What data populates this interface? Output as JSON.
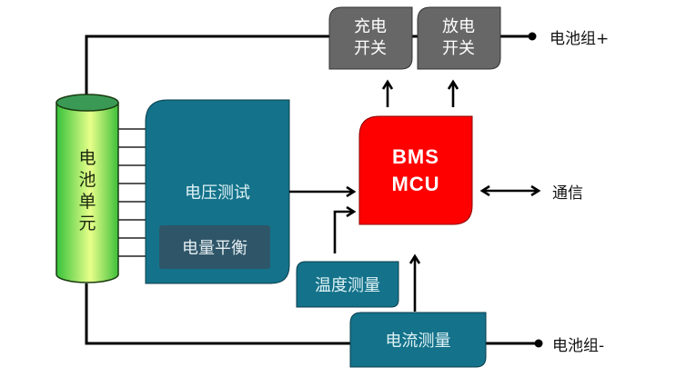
{
  "title": "BMS block diagram",
  "colors": {
    "switch_fill": "#676767",
    "teal_fill": "#14728a",
    "balance_fill": "#2f5668",
    "mcu_fill": "#ff0000",
    "cell_fill_light": "#e8ff8a",
    "cell_fill_dark": "#36c23a",
    "wire": "#000000"
  },
  "battery_cell": {
    "label": "电池单元",
    "chars": [
      "电",
      "池",
      "单",
      "元"
    ]
  },
  "charge_switch": {
    "line1": "充电",
    "line2": "开关"
  },
  "discharge_switch": {
    "line1": "放电",
    "line2": "开关"
  },
  "voltage_test": {
    "label": "电压测试"
  },
  "balancing": {
    "label": "电量平衡"
  },
  "mcu": {
    "line1": "BMS",
    "line2": "MCU"
  },
  "temp_measure": {
    "label": "温度测量"
  },
  "current_measure": {
    "label": "电流测量"
  },
  "communication": {
    "label": "通信"
  },
  "pack_positive": {
    "label": "电池组+"
  },
  "pack_negative": {
    "label": "电池组-"
  },
  "cell_tap_count": 8
}
